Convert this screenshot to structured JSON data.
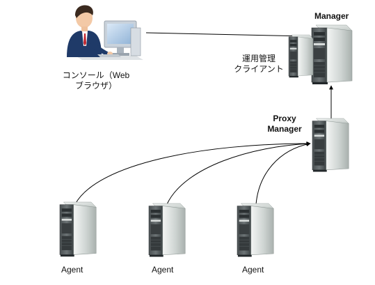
{
  "nodes": {
    "console": {
      "label_line1": "コンソール（Web",
      "label_line2": "ブラウザ）"
    },
    "manager": {
      "label": "Manager"
    },
    "ops_client": {
      "label_line1": "運用管理",
      "label_line2": "クライアント"
    },
    "proxy_manager": {
      "label_line1": "Proxy",
      "label_line2": "Manager"
    },
    "agents": [
      {
        "label": "Agent"
      },
      {
        "label": "Agent"
      },
      {
        "label": "Agent"
      }
    ]
  }
}
